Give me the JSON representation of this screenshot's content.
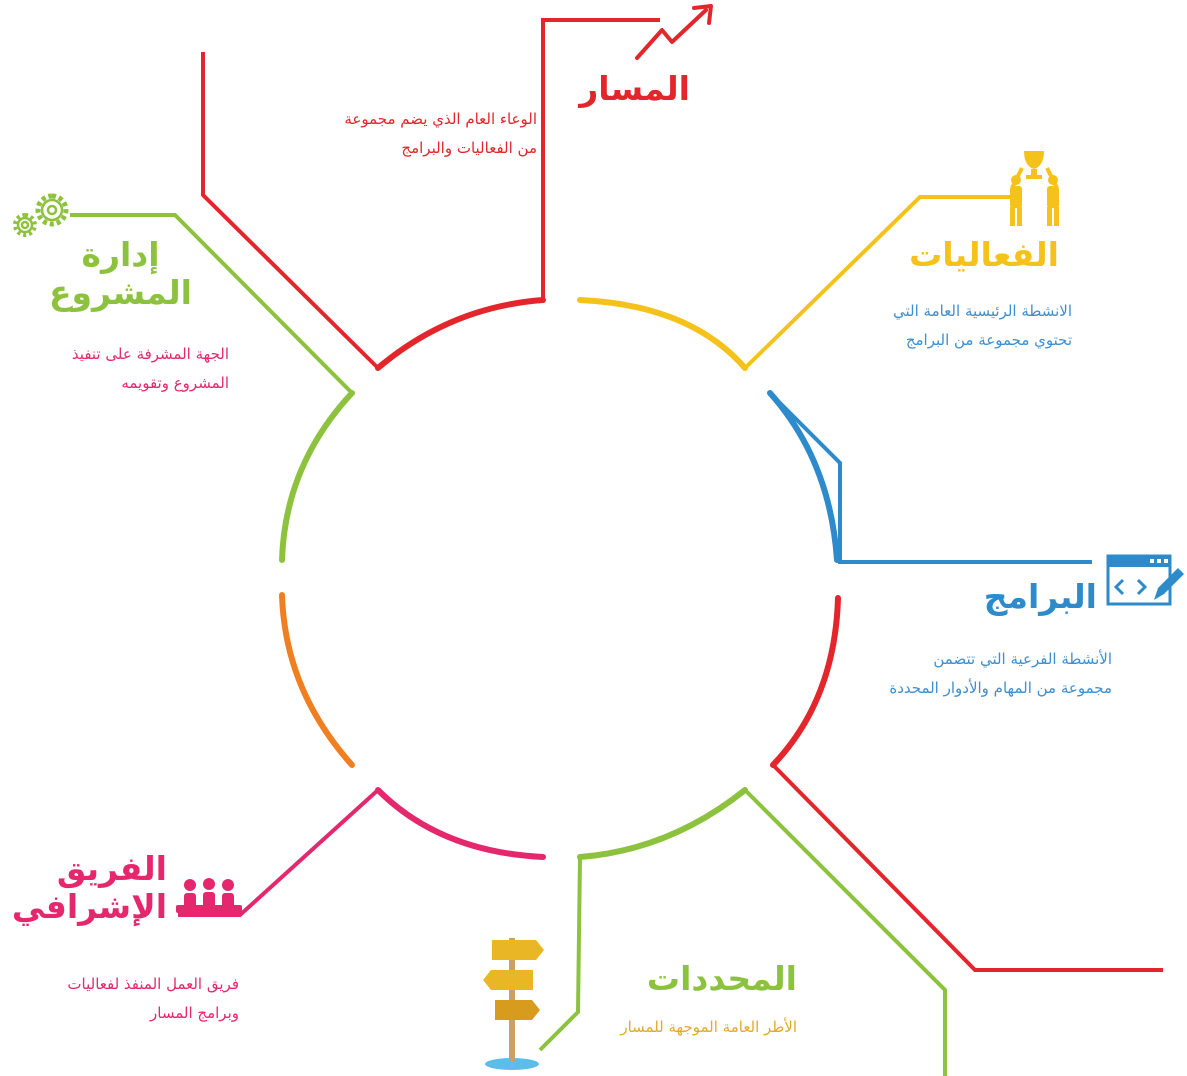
{
  "colors": {
    "red": "#e3262c",
    "yellow": "#f5c21b",
    "blue": "#2d8bcc",
    "green": "#8dc23f",
    "pink": "#e5286e",
    "orange": "#f07f22",
    "pale_blue": "#3e8fd0",
    "gold": "#e9b626"
  },
  "sections": {
    "masar": {
      "title": "المسار",
      "desc_line1": "الوعاء العام الذي يضم مجموعة",
      "desc_line2": "من الفعاليات والبرامج",
      "icon": "trend-arrow-icon",
      "color": "#e3262c"
    },
    "faaliyat": {
      "title": "الفعاليات",
      "desc_line1": "الانشطة الرئيسية العامة التي",
      "desc_line2": "تحتوي مجموعة من البرامج",
      "icon": "trophy-people-icon",
      "color": "#f5c21b"
    },
    "baramej": {
      "title": "البرامج",
      "desc_line1": "الأنشطة الفرعية التي تتضمن",
      "desc_line2": "مجموعة من المهام والأدوار المحددة",
      "icon": "browser-edit-icon",
      "color": "#2d8bcc"
    },
    "muhaddidat": {
      "title": "المحددات",
      "desc_line1": "الأطر العامة الموجهة للمسار",
      "icon": "signpost-icon",
      "color": "#8dc23f"
    },
    "fariq": {
      "title_line1": "الفريق",
      "title_line2": "الإشرافي",
      "desc_line1": "فريق العمل المنفذ لفعاليات",
      "desc_line2": "وبرامج المسار",
      "icon": "team-icon",
      "color": "#e5286e"
    },
    "idara": {
      "title_line1": "إدارة",
      "title_line2": "المشروع",
      "desc_line1": "الجهة المشرفة على تنفيذ",
      "desc_line2": "المشروع وتقويمه",
      "icon": "gears-icon",
      "color": "#8dc23f"
    }
  }
}
